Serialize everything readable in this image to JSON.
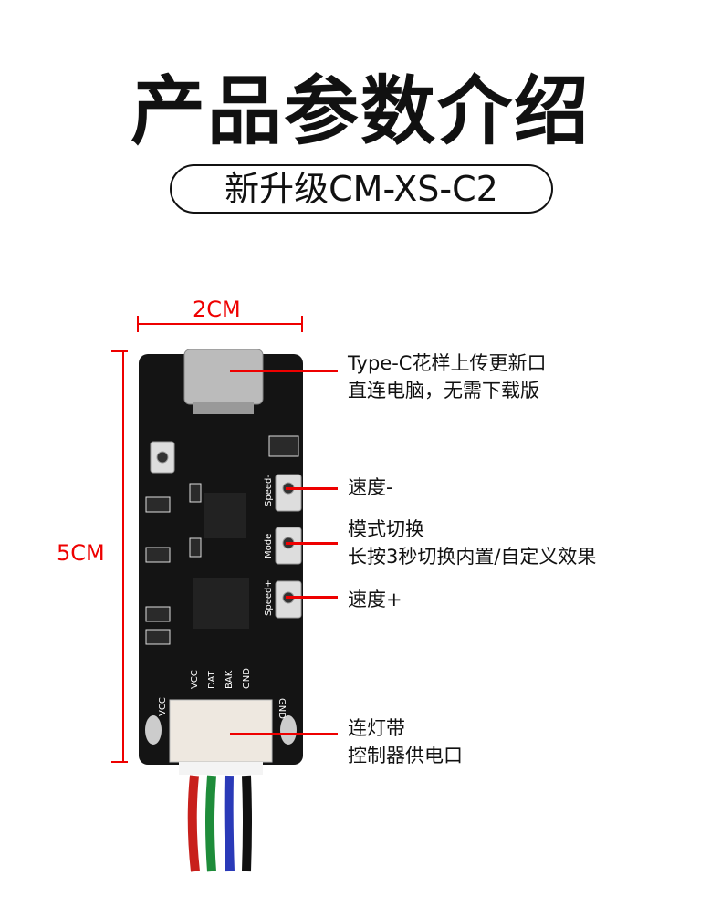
{
  "title": "产品参数介绍",
  "subtitle": "新升级CM-XS-C2",
  "dimensions": {
    "width": "2CM",
    "height": "5CM"
  },
  "callouts": [
    {
      "line1": "Type-C花样上传更新口",
      "line2": "直连电脑，无需下载版"
    },
    {
      "line1": "速度-"
    },
    {
      "line1": "模式切换",
      "line2": "长按3秒切换内置/自定义效果"
    },
    {
      "line1": "速度+"
    },
    {
      "line1": "连灯带",
      "line2": "控制器供电口"
    }
  ],
  "board_labels": {
    "speed_minus": "Speed-",
    "mode": "Mode",
    "speed_plus": "Speed+",
    "vcc": "VCC",
    "dat": "DAT",
    "bak": "BAK",
    "gnd": "GND",
    "vcc_side": "VCC",
    "gnd_side": "GND"
  },
  "colors": {
    "accent": "#e00000",
    "board": "#141414"
  }
}
